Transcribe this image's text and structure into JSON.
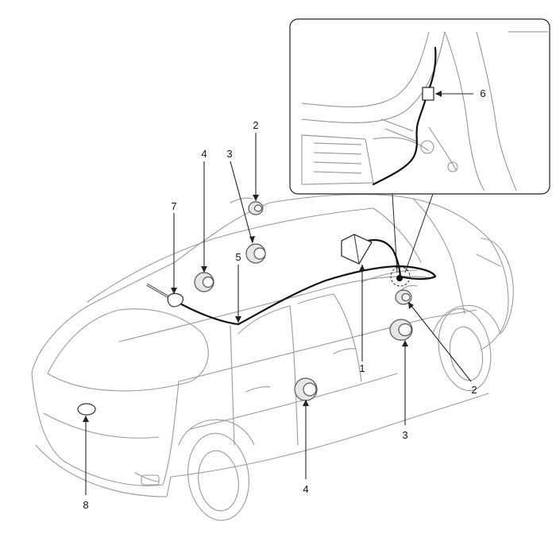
{
  "colors": {
    "background": "#ffffff",
    "outline": "#9a9a9a",
    "wire": "#111111",
    "speaker_fill": "#e6e6e6"
  },
  "callouts": {
    "c1": "1",
    "c2_top": "2",
    "c2_bottom": "2",
    "c3_top": "3",
    "c3_bottom": "3",
    "c4_top": "4",
    "c4_bottom": "4",
    "c5": "5",
    "c6": "6",
    "c7": "7",
    "c8": "8"
  }
}
